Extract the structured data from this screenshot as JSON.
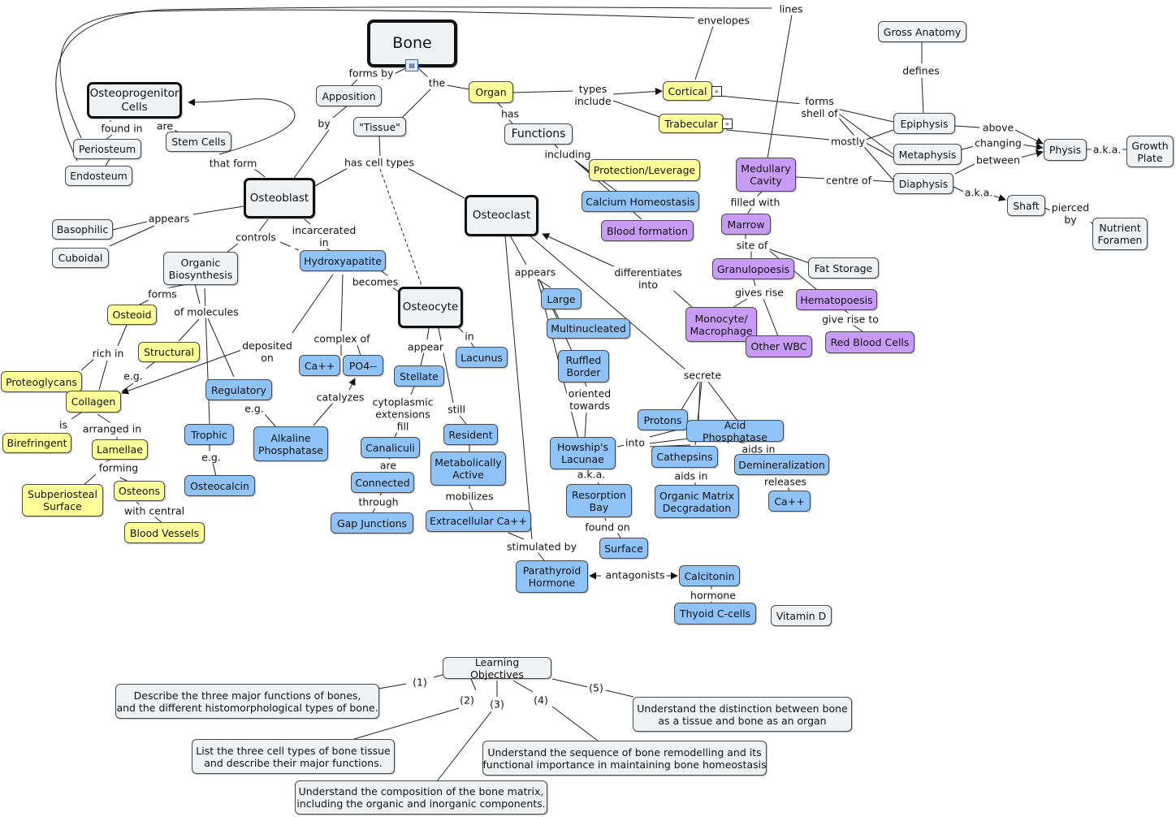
{
  "concept_map": {
    "nodes": [
      {
        "id": "bone",
        "text": "Bone",
        "color": "grey",
        "border": "huge"
      },
      {
        "id": "apposition",
        "text": "Apposition",
        "color": "grey"
      },
      {
        "id": "tissue",
        "text": "\"Tissue\"",
        "color": "grey"
      },
      {
        "id": "organ",
        "text": "Organ",
        "color": "yellow"
      },
      {
        "id": "functions",
        "text": "Functions",
        "color": "grey"
      },
      {
        "id": "cortical",
        "text": "Cortical",
        "color": "yellow"
      },
      {
        "id": "trabecular",
        "text": "Trabecular",
        "color": "yellow"
      },
      {
        "id": "osteoprogenitor",
        "text": "Osteoprogenitor\nCells",
        "color": "grey",
        "border": "big"
      },
      {
        "id": "periosteum",
        "text": "Periosteum",
        "color": "grey"
      },
      {
        "id": "endosteum",
        "text": "Endosteum",
        "color": "grey"
      },
      {
        "id": "stemcells",
        "text": "Stem Cells",
        "color": "grey"
      },
      {
        "id": "osteoblast",
        "text": "Osteoblast",
        "color": "grey",
        "border": "big"
      },
      {
        "id": "osteoclast",
        "text": "Osteoclast",
        "color": "grey",
        "border": "big"
      },
      {
        "id": "osteocyte",
        "text": "Osteocyte",
        "color": "grey",
        "border": "big"
      },
      {
        "id": "basophilic",
        "text": "Basophilic",
        "color": "grey"
      },
      {
        "id": "cuboidal",
        "text": "Cuboidal",
        "color": "grey"
      },
      {
        "id": "organicbio",
        "text": "Organic\nBiosynthesis",
        "color": "grey"
      },
      {
        "id": "hydroxyapatite",
        "text": "Hydroxyapatite",
        "color": "blue"
      },
      {
        "id": "osteoid",
        "text": "Osteoid",
        "color": "yellow"
      },
      {
        "id": "structural",
        "text": "Structural",
        "color": "yellow"
      },
      {
        "id": "proteoglycans",
        "text": "Proteoglycans",
        "color": "yellow"
      },
      {
        "id": "collagen",
        "text": "Collagen",
        "color": "yellow"
      },
      {
        "id": "birefringent",
        "text": "Birefringent",
        "color": "yellow"
      },
      {
        "id": "lamellae",
        "text": "Lamellae",
        "color": "yellow"
      },
      {
        "id": "subperiosteal",
        "text": "Subperiosteal\nSurface",
        "color": "yellow"
      },
      {
        "id": "osteons",
        "text": "Osteons",
        "color": "yellow"
      },
      {
        "id": "bloodvessels",
        "text": "Blood Vessels",
        "color": "yellow"
      },
      {
        "id": "regulatory",
        "text": "Regulatory",
        "color": "blue"
      },
      {
        "id": "trophic",
        "text": "Trophic",
        "color": "blue"
      },
      {
        "id": "osteocalcin",
        "text": "Osteocalcin",
        "color": "blue"
      },
      {
        "id": "alkphos",
        "text": "Alkaline\nPhosphatase",
        "color": "blue"
      },
      {
        "id": "ca",
        "text": "Ca++",
        "color": "blue"
      },
      {
        "id": "po4",
        "text": "PO4--",
        "color": "blue"
      },
      {
        "id": "stellate",
        "text": "Stellate",
        "color": "blue"
      },
      {
        "id": "lacunus",
        "text": "Lacunus",
        "color": "blue"
      },
      {
        "id": "canaliculi",
        "text": "Canaliculi",
        "color": "blue"
      },
      {
        "id": "connected",
        "text": "Connected",
        "color": "blue"
      },
      {
        "id": "gapjunctions",
        "text": "Gap Junctions",
        "color": "blue"
      },
      {
        "id": "resident",
        "text": "Resident",
        "color": "blue"
      },
      {
        "id": "metactive",
        "text": "Metabolically\nActive",
        "color": "blue"
      },
      {
        "id": "extraca",
        "text": "Extracellular Ca++",
        "color": "blue"
      },
      {
        "id": "pth",
        "text": "Parathyroid\nHormone",
        "color": "blue"
      },
      {
        "id": "calcitonin",
        "text": "Calcitonin",
        "color": "blue"
      },
      {
        "id": "thyoid",
        "text": "Thyoid C-cells",
        "color": "blue"
      },
      {
        "id": "vitamind",
        "text": "Vitamin D",
        "color": "grey"
      },
      {
        "id": "large",
        "text": "Large",
        "color": "blue"
      },
      {
        "id": "multinucleated",
        "text": "Multinucleated",
        "color": "blue"
      },
      {
        "id": "ruffled",
        "text": "Ruffled\nBorder",
        "color": "blue"
      },
      {
        "id": "howship",
        "text": "Howship's\nLacunae",
        "color": "blue"
      },
      {
        "id": "resorption",
        "text": "Resorption\nBay",
        "color": "blue"
      },
      {
        "id": "surface",
        "text": "Surface",
        "color": "blue"
      },
      {
        "id": "protons",
        "text": "Protons",
        "color": "blue"
      },
      {
        "id": "acidphos",
        "text": "Acid Phosphatase",
        "color": "blue"
      },
      {
        "id": "cathepsins",
        "text": "Cathepsins",
        "color": "blue"
      },
      {
        "id": "demineral",
        "text": "Demineralization",
        "color": "blue"
      },
      {
        "id": "ca2",
        "text": "Ca++",
        "color": "blue"
      },
      {
        "id": "omd",
        "text": "Organic Matrix\nDecgradation",
        "color": "blue"
      },
      {
        "id": "protect",
        "text": "Protection/Leverage",
        "color": "yellow"
      },
      {
        "id": "calcium",
        "text": "Calcium Homeostasis",
        "color": "blue"
      },
      {
        "id": "bloodform",
        "text": "Blood formation",
        "color": "purple"
      },
      {
        "id": "medullary",
        "text": "Medullary\nCavity",
        "color": "purple"
      },
      {
        "id": "marrow",
        "text": "Marrow",
        "color": "purple"
      },
      {
        "id": "granulopoesis",
        "text": "Granulopoesis",
        "color": "purple"
      },
      {
        "id": "fatstorage",
        "text": "Fat Storage",
        "color": "grey"
      },
      {
        "id": "hematopoesis",
        "text": "Hematopoesis",
        "color": "purple"
      },
      {
        "id": "monocyte",
        "text": "Monocyte/\nMacrophage",
        "color": "purple"
      },
      {
        "id": "otherwbc",
        "text": "Other WBC",
        "color": "purple"
      },
      {
        "id": "rbc",
        "text": "Red Blood Cells",
        "color": "purple"
      },
      {
        "id": "grossanat",
        "text": "Gross Anatomy",
        "color": "grey"
      },
      {
        "id": "epiphysis",
        "text": "Epiphysis",
        "color": "grey"
      },
      {
        "id": "metaphysis",
        "text": "Metaphysis",
        "color": "grey"
      },
      {
        "id": "diaphysis",
        "text": "Diaphysis",
        "color": "grey"
      },
      {
        "id": "physis",
        "text": "Physis",
        "color": "grey"
      },
      {
        "id": "growthplate",
        "text": "Growth\nPlate",
        "color": "grey"
      },
      {
        "id": "shaft",
        "text": "Shaft",
        "color": "grey"
      },
      {
        "id": "nutrient",
        "text": "Nutrient\nForamen",
        "color": "grey"
      },
      {
        "id": "lo",
        "text": "Learning Objectives",
        "color": "grey"
      },
      {
        "id": "lo1",
        "text": "Describe the three major functions of bones,\nand the different histomorphological types of bone.",
        "color": "grey"
      },
      {
        "id": "lo2",
        "text": "List the three cell types of bone tissue\nand describe their major functions.",
        "color": "grey"
      },
      {
        "id": "lo3",
        "text": "Understand the composition of the bone matrix,\nincluding the organic and inorganic components.",
        "color": "grey"
      },
      {
        "id": "lo4",
        "text": "Understand the sequence of bone remodelling and its\nfunctional importance in maintaining bone homeostasis",
        "color": "grey"
      },
      {
        "id": "lo5",
        "text": "Understand the distinction between bone\nas a tissue and bone as an organ",
        "color": "grey"
      }
    ],
    "link_labels": [
      {
        "id": "l_formsby",
        "text": "forms by"
      },
      {
        "id": "l_the",
        "text": "the"
      },
      {
        "id": "l_by",
        "text": "by"
      },
      {
        "id": "l_hascelltypes",
        "text": "has cell types"
      },
      {
        "id": "l_has",
        "text": "has"
      },
      {
        "id": "l_typesinclude",
        "text": "types\ninclude"
      },
      {
        "id": "l_including",
        "text": "including"
      },
      {
        "id": "l_envelopes",
        "text": "envelopes"
      },
      {
        "id": "l_lines",
        "text": "lines"
      },
      {
        "id": "l_formsshellof",
        "text": "forms\nshell of"
      },
      {
        "id": "l_mostly",
        "text": "mostly"
      },
      {
        "id": "l_foundin",
        "text": "found in"
      },
      {
        "id": "l_are",
        "text": "are"
      },
      {
        "id": "l_thatform",
        "text": "that form"
      },
      {
        "id": "l_appears1",
        "text": "appears"
      },
      {
        "id": "l_controls",
        "text": "controls"
      },
      {
        "id": "l_incarcerated",
        "text": "incarcerated\nin"
      },
      {
        "id": "l_becomes",
        "text": "becomes"
      },
      {
        "id": "l_forms",
        "text": "forms"
      },
      {
        "id": "l_ofmolecules",
        "text": "of molecules"
      },
      {
        "id": "l_richin",
        "text": "rich in"
      },
      {
        "id": "l_eg1",
        "text": "e.g."
      },
      {
        "id": "l_depositedon",
        "text": "deposited\non"
      },
      {
        "id": "l_is",
        "text": "is"
      },
      {
        "id": "l_arrangedin",
        "text": "arranged in"
      },
      {
        "id": "l_forming",
        "text": "forming"
      },
      {
        "id": "l_withcentral",
        "text": "with central"
      },
      {
        "id": "l_eg2",
        "text": "e.g."
      },
      {
        "id": "l_eg3",
        "text": "e.g."
      },
      {
        "id": "l_complexof",
        "text": "complex of"
      },
      {
        "id": "l_catalyzes",
        "text": "catalyzes"
      },
      {
        "id": "l_appear",
        "text": "appear"
      },
      {
        "id": "l_in",
        "text": "in"
      },
      {
        "id": "l_cytoplasmic",
        "text": "cytoplasmic\nextensions\nfill"
      },
      {
        "id": "l_are2",
        "text": "are"
      },
      {
        "id": "l_through",
        "text": "through"
      },
      {
        "id": "l_still",
        "text": "still"
      },
      {
        "id": "l_mobilizes",
        "text": "mobilizes"
      },
      {
        "id": "l_stimulatedby",
        "text": "stimulated by"
      },
      {
        "id": "l_antagonists",
        "text": "antagonists"
      },
      {
        "id": "l_hormone",
        "text": "hormone"
      },
      {
        "id": "l_appears2",
        "text": "appears"
      },
      {
        "id": "l_differentiates",
        "text": "differentiates\ninto"
      },
      {
        "id": "l_oriented",
        "text": "oriented\ntowards"
      },
      {
        "id": "l_secrete",
        "text": "secrete"
      },
      {
        "id": "l_into",
        "text": "into"
      },
      {
        "id": "l_aka1",
        "text": "a.k.a."
      },
      {
        "id": "l_foundon",
        "text": "found on"
      },
      {
        "id": "l_aidsin1",
        "text": "aids in"
      },
      {
        "id": "l_aidsin2",
        "text": "aids in"
      },
      {
        "id": "l_releases",
        "text": "releases"
      },
      {
        "id": "l_filledwith",
        "text": "filled with"
      },
      {
        "id": "l_siteof",
        "text": "site of"
      },
      {
        "id": "l_givesrise",
        "text": "gives rise"
      },
      {
        "id": "l_giverise",
        "text": "give rise to"
      },
      {
        "id": "l_centreof",
        "text": "centre of"
      },
      {
        "id": "l_defines",
        "text": "defines"
      },
      {
        "id": "l_above",
        "text": "above"
      },
      {
        "id": "l_changing",
        "text": "changing"
      },
      {
        "id": "l_between",
        "text": "between"
      },
      {
        "id": "l_aka2",
        "text": "a.k.a."
      },
      {
        "id": "l_aka3",
        "text": "a.k.a."
      },
      {
        "id": "l_piercedby",
        "text": "pierced\nby"
      },
      {
        "id": "l_1",
        "text": "(1)"
      },
      {
        "id": "l_2",
        "text": "(2)"
      },
      {
        "id": "l_3",
        "text": "(3)"
      },
      {
        "id": "l_4",
        "text": "(4)"
      },
      {
        "id": "l_5",
        "text": "(5)"
      }
    ]
  },
  "colors": {
    "grey": "#eef2f5",
    "yellow": "#ffff99",
    "blue": "#8fc3f7",
    "purple": "#c89cf6",
    "line": "#222222"
  },
  "icons": [
    "document-icon",
    "expand-icon"
  ]
}
